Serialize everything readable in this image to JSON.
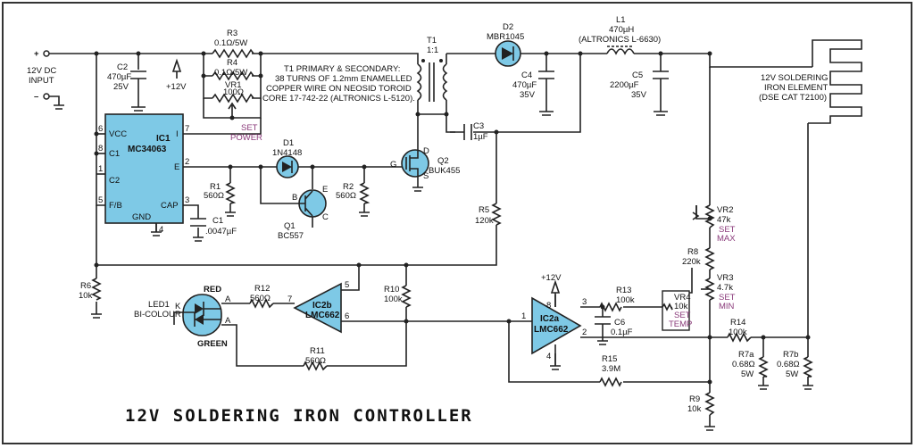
{
  "title": "12V SOLDERING IRON CONTROLLER",
  "input": {
    "plus": "+",
    "minus": "–",
    "label1": "12V DC",
    "label2": "INPUT"
  },
  "supply": {
    "v12": "+12V",
    "v12b": "+12V"
  },
  "ic1": {
    "name1": "IC1",
    "name2": "MC34063",
    "vcc": "VCC",
    "c1": "C1",
    "c2": "C2",
    "fb": "F/B",
    "gnd": "GND",
    "cap": "CAP",
    "e": "E",
    "i": "I",
    "p6": "6",
    "p8": "8",
    "p1": "1",
    "p5": "5",
    "p7": "7",
    "p2": "2",
    "p3": "3",
    "p4": "4"
  },
  "parts": {
    "r3a": "R3",
    "r3b": "0.1Ω/5W",
    "r4a": "R4",
    "r4b": "0.1Ω/5W",
    "vr1a": "VR1",
    "vr1b": "100Ω",
    "set1": "SET",
    "set2": "POWER",
    "c2a": "C2",
    "c2b": "470µF",
    "c2c": "25V",
    "t1a": "T1",
    "t1b": "1:1",
    "t1n1": "T1 PRIMARY & SECONDARY:",
    "t1n2": "38 TURNS OF 1.2mm ENAMELLED",
    "t1n3": "COPPER WIRE ON NEOSID TOROID",
    "t1n4": "CORE 17-742-22 (ALTRONICS L-5120).",
    "d2a": "D2",
    "d2b": "MBR1045",
    "c4a": "C4",
    "c4b": "470µF",
    "c4c": "35V",
    "l1a": "L1",
    "l1b": "470µH",
    "l1c": "(ALTRONICS L-6630)",
    "c5a": "C5",
    "c5b": "2200µF",
    "c5c": "35V",
    "el1": "12V SOLDERING",
    "el2": "IRON ELEMENT",
    "el3": "(DSE CAT T2100)",
    "c3a": "C3",
    "c3b": "1µF",
    "d1a": "D1",
    "d1b": "1N4148",
    "q2a": "Q2",
    "q2b": "BUK455",
    "q2g": "G",
    "q2d": "D",
    "q2s": "S",
    "q1a": "Q1",
    "q1b": "BC557",
    "q1bb": "B",
    "q1e": "E",
    "q1c": "C",
    "r1a": "R1",
    "r1b": "560Ω",
    "r2a": "R2",
    "r2b": "560Ω",
    "c1a": "C1",
    "c1b": ".0047µF",
    "r5a": "R5",
    "r5b": "120k",
    "vr2a": "VR2",
    "vr2b": "47k",
    "vr2c": "SET",
    "vr2d": "MAX",
    "r8a": "R8",
    "r8b": "220k",
    "vr3a": "VR3",
    "vr3b": "4.7k",
    "vr3c": "SET",
    "vr3d": "MIN",
    "r6a": "R6",
    "r6b": "10k",
    "led1": "LED1",
    "led2": "BI-COLOUR",
    "red": "RED",
    "green": "GREEN",
    "k": "K",
    "a1": "A",
    "a2": "A",
    "r12a": "R12",
    "r12b": "560Ω",
    "ic2b1": "IC2b",
    "ic2b2": "LMC662",
    "r10a": "R10",
    "r10b": "100k",
    "r11a": "R11",
    "r11b": "560Ω",
    "ic2a1": "IC2a",
    "ic2a2": "LMC662",
    "r13a": "R13",
    "r13b": "100k",
    "vr4a": "VR4",
    "vr4b": "10k",
    "vr4c": "SET",
    "vr4d": "TEMP",
    "c6a": "C6",
    "c6b": "0.1µF",
    "r14a": "R14",
    "r14b": "100k",
    "r15a": "R15",
    "r15b": "3.9M",
    "r7aa": "R7a",
    "r7ab": "0.68Ω",
    "r7ac": "5W",
    "r7ba": "R7b",
    "r7bb": "0.68Ω",
    "r7bc": "5W",
    "r9a": "R9",
    "r9b": "10k",
    "p5": "5",
    "p7": "7",
    "p6": "6",
    "p8": "8",
    "p1": "1",
    "p3": "3",
    "p2": "2",
    "p4": "4"
  }
}
